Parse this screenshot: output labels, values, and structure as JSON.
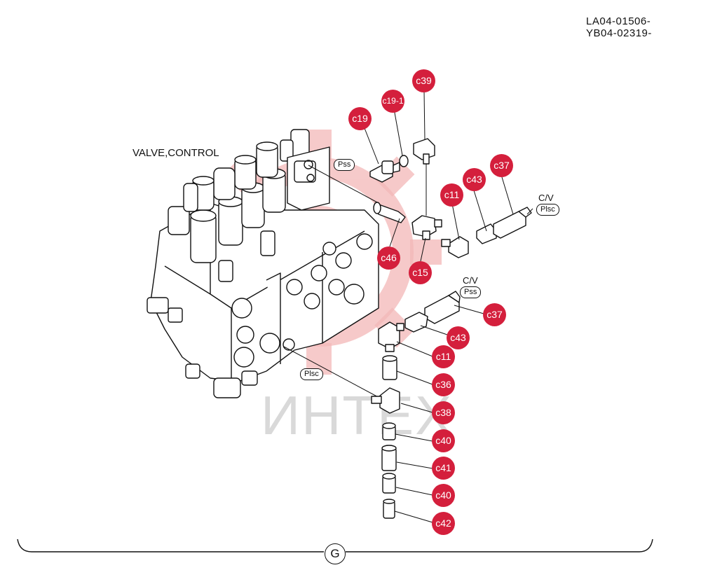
{
  "serials": [
    "LA04-01506-",
    "YB04-02319-"
  ],
  "assembly_title": "VALVE,CONTROL",
  "watermark_text": "ИНТЕХ",
  "section_mark": "G",
  "port_labels": {
    "pss_top": "Pss",
    "cv_top": "C/V",
    "plsc_top": "Plsc",
    "cv_mid": "C/V",
    "pss_mid": "Pss",
    "plsc_bottom": "Plsc"
  },
  "callouts": [
    {
      "id": "c39",
      "label": "c39"
    },
    {
      "id": "c19-1",
      "label": "c19-1"
    },
    {
      "id": "c19",
      "label": "c19"
    },
    {
      "id": "c37a",
      "label": "c37"
    },
    {
      "id": "c43a",
      "label": "c43"
    },
    {
      "id": "c11a",
      "label": "c11"
    },
    {
      "id": "c46",
      "label": "c46"
    },
    {
      "id": "c15",
      "label": "c15"
    },
    {
      "id": "c37b",
      "label": "c37"
    },
    {
      "id": "c43b",
      "label": "c43"
    },
    {
      "id": "c11b",
      "label": "c11"
    },
    {
      "id": "c36",
      "label": "c36"
    },
    {
      "id": "c38",
      "label": "c38"
    },
    {
      "id": "c40a",
      "label": "c40"
    },
    {
      "id": "c41",
      "label": "c41"
    },
    {
      "id": "c40b",
      "label": "c40"
    },
    {
      "id": "c42",
      "label": "c42"
    }
  ],
  "colors": {
    "balloon": "#d41f3c",
    "watermark": "#f3b8b8",
    "watermark_text": "#d9d9d9",
    "line": "#111111"
  }
}
